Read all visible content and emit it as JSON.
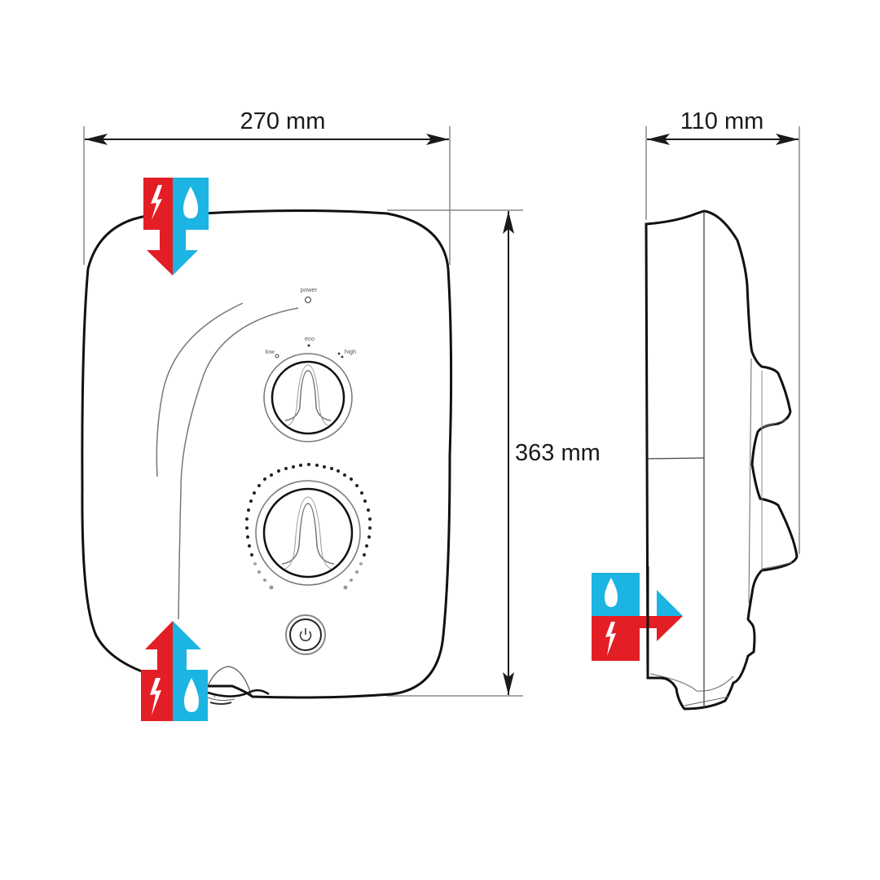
{
  "diagram": {
    "type": "technical-dimension-drawing",
    "subject": "electric shower unit",
    "views": [
      "front",
      "side"
    ],
    "dimensions": {
      "width": {
        "label": "270 mm",
        "value": 270,
        "unit": "mm"
      },
      "height": {
        "label": "363 mm",
        "value": 363,
        "unit": "mm"
      },
      "depth": {
        "label": "110 mm",
        "value": 110,
        "unit": "mm"
      }
    },
    "control_labels": {
      "power": "power",
      "low": "low",
      "eco": "eco",
      "high": "high"
    },
    "entry_icons": [
      {
        "id": "top-entry",
        "direction": "down",
        "items": [
          "electric",
          "water"
        ]
      },
      {
        "id": "bottom-entry",
        "direction": "up",
        "items": [
          "electric",
          "water"
        ]
      },
      {
        "id": "rear-entry",
        "direction": "right",
        "items": [
          "water",
          "electric"
        ]
      }
    ],
    "colors": {
      "electric": "#e31e24",
      "water": "#1cb4e3",
      "outline": "#111111",
      "dimension_line": "#222222",
      "extension_line": "#888888"
    }
  }
}
